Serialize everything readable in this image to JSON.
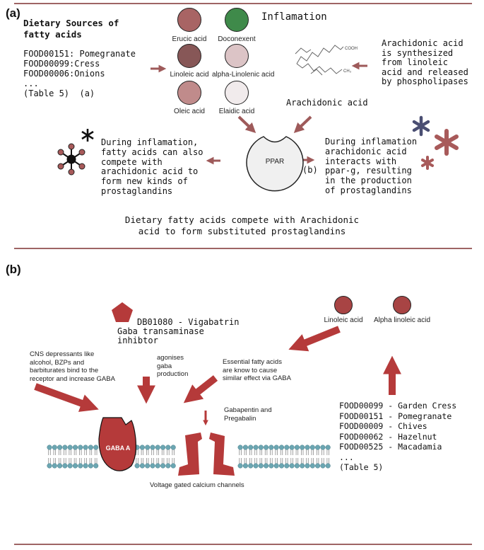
{
  "panel_a": {
    "label": "(a)",
    "sources_title_1": "Dietary Sources of",
    "sources_title_2": "fatty acids",
    "sources": [
      "FOOD00151: Pomegranate",
      "FOOD00099:Cress",
      "FOOD00006:Onions",
      "..."
    ],
    "table_ref": "(Table 5)  (a)",
    "inflammation_title": "Inflamation",
    "acids": [
      {
        "label": "Erucic acid",
        "color": "#a86464"
      },
      {
        "label": "Doconexent",
        "color": "#3f8a4a"
      },
      {
        "label": "Linoleic acid",
        "color": "#875757"
      },
      {
        "label": "alpha-Linolenic acid",
        "color": "#dcc4c6"
      },
      {
        "label": "Oleic acid",
        "color": "#c08b8b"
      },
      {
        "label": "Elaidic acid",
        "color": "#f1ebec"
      }
    ],
    "arachidonic_note": [
      "Arachidonic acid",
      "is synthesized",
      "from linoleic",
      "acid and released",
      "by phospholipases"
    ],
    "arachidonic_label": "Arachidonic acid",
    "structure_cooh": "COOH",
    "structure_ch3": "CH₃",
    "receptor_label": "PPAR",
    "left_note": [
      "During inflamation,",
      "fatty acids can also",
      "compete with",
      "arachidonic acid to",
      "form new kinds of",
      "prostaglandins"
    ],
    "b_marker": "(b)",
    "right_note": [
      "During inflamation",
      "arachidonic acid",
      "interacts with",
      "ppar-g, resulting",
      "in the production",
      "of prostaglandins"
    ],
    "conclusion_1": "Dietary fatty acids compete with Arachidonic",
    "conclusion_2": "acid to form substituted prostaglandins"
  },
  "panel_b": {
    "label": "(b)",
    "drug_id": "DB01080 - Vigabatrin",
    "drug_desc_1": "Gaba transaminase",
    "drug_desc_2": "inhibtor",
    "cns_note": [
      "CNS depressants like",
      "alcohol, BZPs and",
      "barbiturates bind to the",
      "receptor and increase GABA"
    ],
    "agonise_note": [
      "agonises",
      "gaba",
      "production"
    ],
    "efa_note": [
      "Essential fatty acids",
      "are know to cause",
      "similar effect via GABA"
    ],
    "gabapentin_note": [
      "Gabapentin and",
      "Pregabalin"
    ],
    "linoleic": {
      "label": "Linoleic acid",
      "color": "#a84444"
    },
    "alpha_linoleic": {
      "label": "Alpha linoleic acid",
      "color": "#a84444"
    },
    "foods": [
      "FOOD00099 - Garden Cress",
      "FOOD00151 - Pomegranate",
      "FOOD00009 - Chives",
      "FOOD00062 - Hazelnut",
      "FOOD00525 - Macadamia",
      "...",
      "(Table 5)"
    ],
    "receptor_label": "GABA A",
    "channel_label": "Voltage gated calcium channels"
  },
  "colors": {
    "rule": "#9e6464",
    "arrow_a": "#9e5a5a",
    "arrow_b": "#b53a3a",
    "receptor_b": "#b53a3a",
    "membrane_head": "#6ba6b2"
  }
}
